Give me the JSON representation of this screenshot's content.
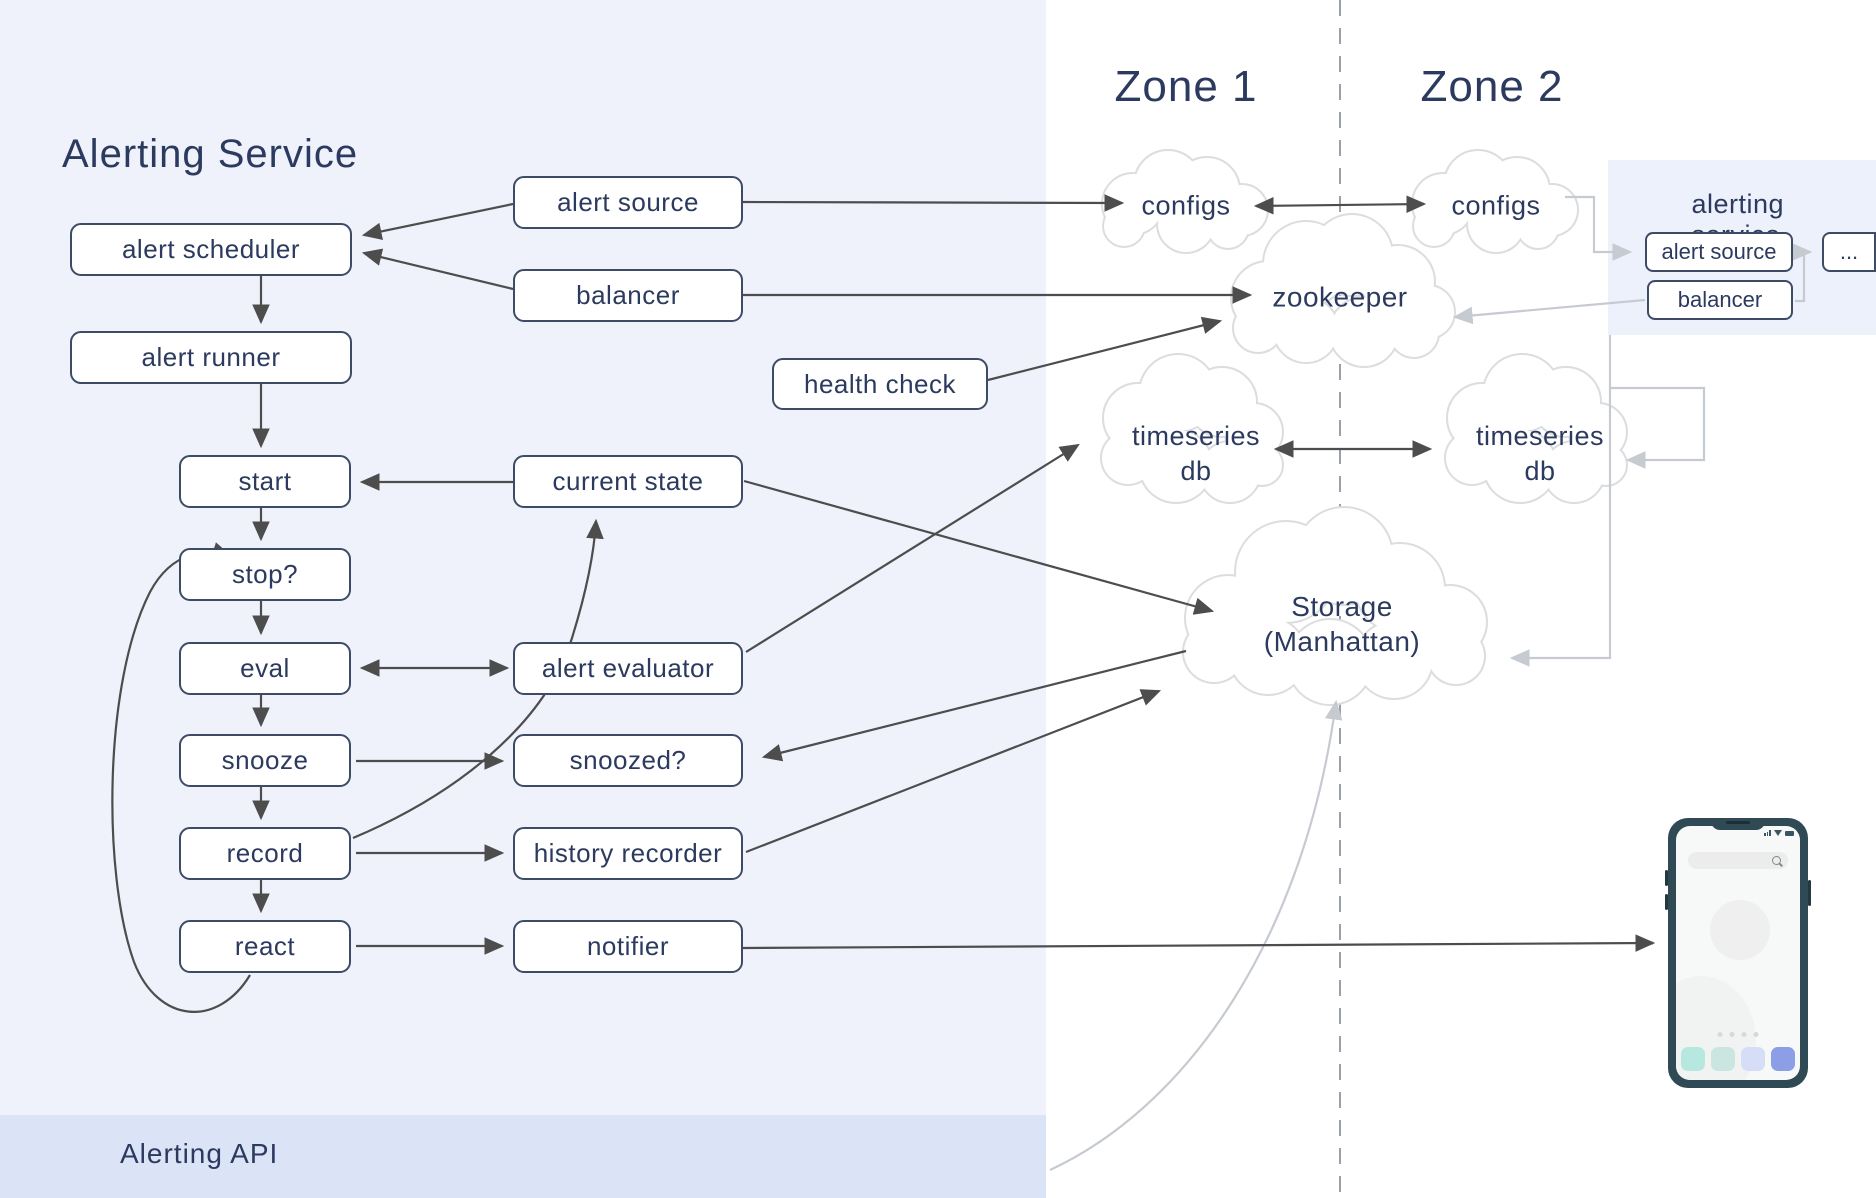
{
  "titles": {
    "main": "Alerting Service",
    "api_band": "Alerting API",
    "zone1": "Zone 1",
    "zone2": "Zone 2"
  },
  "nodes": {
    "scheduler": "alert scheduler",
    "runner": "alert runner",
    "start": "start",
    "stop": "stop?",
    "eval": "eval",
    "snooze": "snooze",
    "record": "record",
    "react": "react",
    "alert_source": "alert source",
    "balancer": "balancer",
    "health_check": "health check",
    "current_state": "current state",
    "alert_evaluator": "alert evaluator",
    "snoozed": "snoozed?",
    "history_recorder": "history recorder",
    "notifier": "notifier"
  },
  "clouds": {
    "configs_zone1": "configs",
    "configs_zone2": "configs",
    "zookeeper": "zookeeper",
    "timeseries_zone1_line1": "timeseries",
    "timeseries_zone1_line2": "db",
    "timeseries_zone2_line1": "timeseries",
    "timeseries_zone2_line2": "db",
    "storage_line1": "Storage",
    "storage_line2": "(Manhattan)"
  },
  "panel": {
    "title": "alerting service",
    "alert_source": "alert source",
    "balancer": "balancer",
    "more": "..."
  },
  "colors": {
    "text": "#2b3a5e",
    "left_panel_bg": "#eff2fb",
    "api_band_bg": "#dbe3f6",
    "right_panel_bg": "#ecf1fb",
    "dark_arrow": "#4d4d4d",
    "gray_connector": "#c6cad1",
    "cloud_outline": "#dcdddf",
    "phone_body": "#2f4a54",
    "phone_app_icon_1": "#b7e8e0",
    "phone_app_icon_2": "#cbe5e0",
    "phone_app_icon_3": "#d5def6",
    "phone_app_icon_4": "#8c9ee6"
  }
}
